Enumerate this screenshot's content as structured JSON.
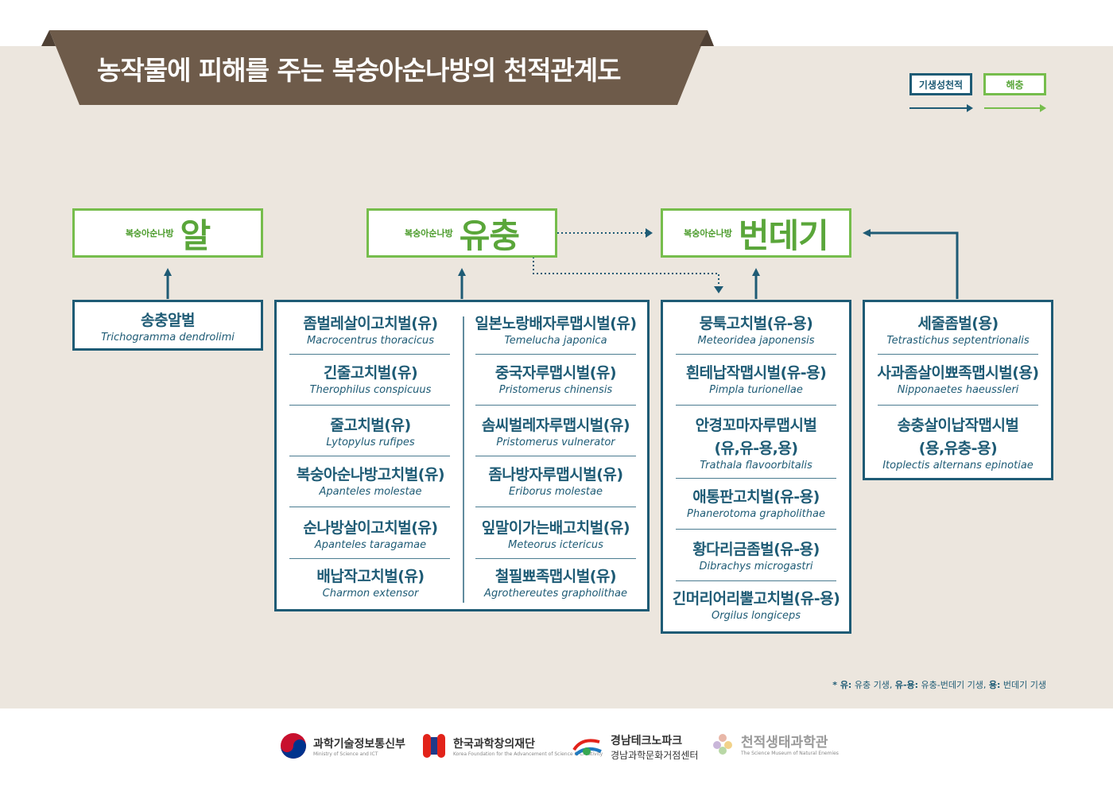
{
  "title": "농작물에 피해를 주는 복숭아순나방의 천적관계도",
  "legend": {
    "parasitoid": "기생성천적",
    "pest": "해충"
  },
  "stages": [
    {
      "prefix": "복숭아순나방",
      "name": "알"
    },
    {
      "prefix": "복숭아순나방",
      "name": "유충"
    },
    {
      "prefix": "복숭아순나방",
      "name": "번데기"
    }
  ],
  "egg_parasitoids": [
    {
      "ko": "송충알벌",
      "la": "Trichogramma dendrolimi"
    }
  ],
  "larva_parasitoids_left": [
    {
      "ko": "좀벌레살이고치벌(유)",
      "la": "Macrocentrus thoracicus"
    },
    {
      "ko": "긴줄고치벌(유)",
      "la": "Therophilus conspicuus"
    },
    {
      "ko": "줄고치벌(유)",
      "la": "Lytopylus rufipes"
    },
    {
      "ko": "복숭아순나방고치벌(유)",
      "la": "Apanteles molestae"
    },
    {
      "ko": "순나방살이고치벌(유)",
      "la": "Apanteles taragamae"
    },
    {
      "ko": "배납작고치벌(유)",
      "la": "Charmon extensor"
    }
  ],
  "larva_parasitoids_right": [
    {
      "ko": "일본노랑배자루맵시벌(유)",
      "la": "Temelucha japonica"
    },
    {
      "ko": "중국자루맵시벌(유)",
      "la": "Pristomerus chinensis"
    },
    {
      "ko": "솜씨벌레자루맵시벌(유)",
      "la": "Pristomerus vulnerator"
    },
    {
      "ko": "좀나방자루맵시벌(유)",
      "la": "Eriborus molestae"
    },
    {
      "ko": "잎말이가는배고치벌(유)",
      "la": "Meteorus ictericus"
    },
    {
      "ko": "철필뾰족맵시벌(유)",
      "la": "Agrothereutes grapholithae"
    }
  ],
  "pupa_parasitoids": [
    {
      "ko": "뭉툭고치벌(유-용)",
      "la": "Meteoridea japonensis"
    },
    {
      "ko": "흰테납작맵시벌(유-용)",
      "la": "Pimpla turionellae"
    },
    {
      "ko": "안경꼬마자루맵시벌",
      "ko2": "(유,유-용,용)",
      "la": "Trathala flavoorbitalis"
    },
    {
      "ko": "애통판고치벌(유-용)",
      "la": "Phanerotoma grapholithae"
    },
    {
      "ko": "황다리금좀벌(유-용)",
      "la": "Dibrachys microgastri"
    },
    {
      "ko": "긴머리어리뿔고치벌(유-용)",
      "la": "Orgilus longiceps"
    }
  ],
  "pupa_hyperparasitoids": [
    {
      "ko": "세줄좀벌(용)",
      "la": "Tetrastichus septentrionalis"
    },
    {
      "ko": "사과좀살이뾰족맵시벌(용)",
      "la": "Nipponaetes haeussleri"
    },
    {
      "ko": "송충살이납작맵시벌",
      "ko2": "(용,유충-용)",
      "la": "Itoplectis alternans epinotiae"
    }
  ],
  "footnote": {
    "k1": "* 유:",
    "v1": "유충 기생,",
    "k2": "유-용:",
    "v2": "유충-번데기 기생,",
    "k3": "용:",
    "v3": "번데기 기생"
  },
  "logos": {
    "msit_main": "과학기술정보통신부",
    "msit_sub": "Ministry of Science and ICT",
    "kofac_main": "한국과학창의재단",
    "kofac_sub": "Korea Foundation for the Advancement of Science & Creativity",
    "gntp_main": "경남테크노파크",
    "gntp_sub": "경남과학문화거점센터",
    "museum_main": "천적생태과학관",
    "museum_sub": "The Science Museum of Natural Enemies"
  },
  "colors": {
    "parasitoid": "#1e5b75",
    "pest": "#76bd4c",
    "banner": "#6e5b4a",
    "background": "#ece6de"
  }
}
